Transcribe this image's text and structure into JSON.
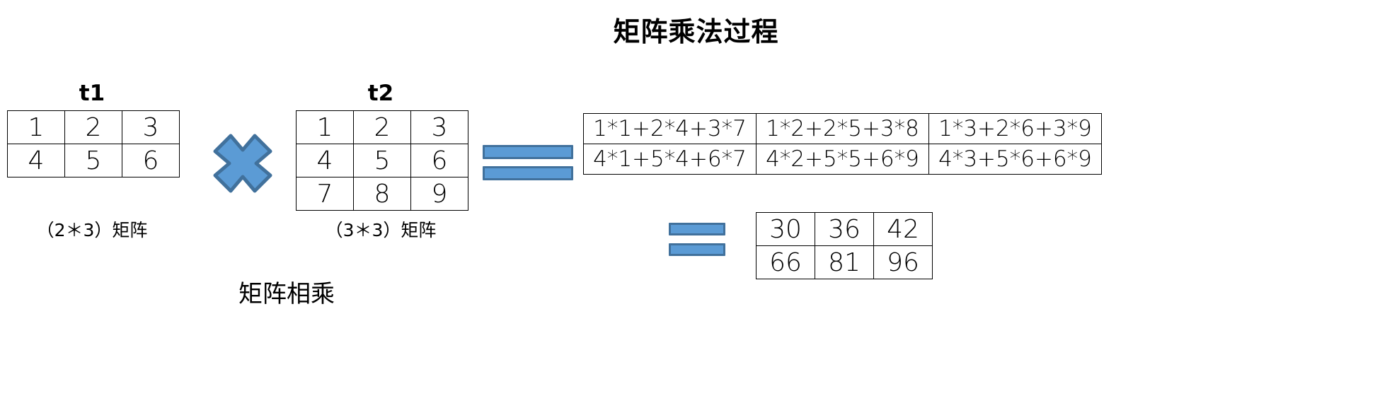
{
  "title": "矩阵乘法过程",
  "matrix_t1": {
    "label": "t1",
    "caption": "（2＊3）矩阵",
    "rows": [
      [
        "1",
        "2",
        "3"
      ],
      [
        "4",
        "5",
        "6"
      ]
    ]
  },
  "matrix_t2": {
    "label": "t2",
    "caption": "（3＊3）矩阵",
    "rows": [
      [
        "1",
        "2",
        "3"
      ],
      [
        "4",
        "5",
        "6"
      ],
      [
        "7",
        "8",
        "9"
      ]
    ]
  },
  "matrix_expression": {
    "rows": [
      [
        "1*1+2*4+3*7",
        "1*2+2*5+3*8",
        "1*3+2*6+3*9"
      ],
      [
        "4*1+5*4+6*7",
        "4*2+5*5+6*9",
        "4*3+5*6+6*9"
      ]
    ]
  },
  "matrix_result": {
    "rows": [
      [
        "30",
        "36",
        "42"
      ],
      [
        "66",
        "81",
        "96"
      ]
    ]
  },
  "operators": {
    "multiply": "×",
    "equals": "="
  },
  "footer_label": "矩阵相乘",
  "colors": {
    "operator_fill": "#5B9BD5",
    "operator_stroke": "#41719C",
    "table_border": "#000000",
    "text": "#000000",
    "background": "#FFFFFF"
  }
}
